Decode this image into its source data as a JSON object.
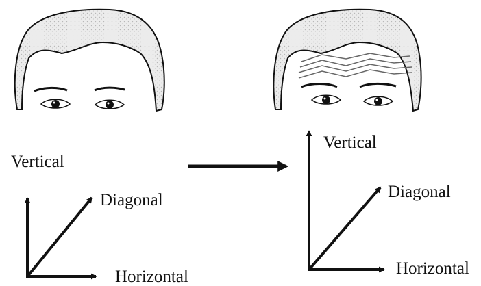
{
  "left_panel": {
    "labels": {
      "vertical": "Vertical",
      "diagonal": "Diagonal",
      "horizontal": "Horizontal"
    }
  },
  "right_panel": {
    "labels": {
      "vertical": "Vertical",
      "diagonal": "Diagonal",
      "horizontal": "Horizontal"
    }
  },
  "colors": {
    "ink": "#111111",
    "hair_fill": "#e8e8e8",
    "wrinkle": "#666666"
  }
}
